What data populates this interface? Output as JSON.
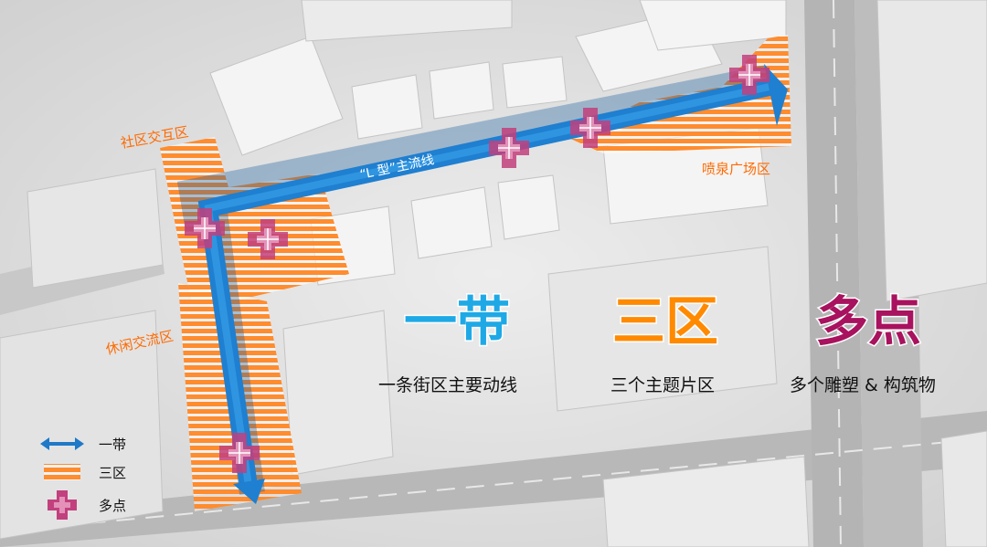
{
  "map": {
    "zones": {
      "community": "社区交互区",
      "leisure": "休闲交流区",
      "fountain": "喷泉广场区"
    },
    "main_flow_label": "“L 型”主流线"
  },
  "concepts": [
    {
      "title": "一带",
      "subtitle": "一条街区主要动线",
      "color": "#1ea9e6"
    },
    {
      "title": "三区",
      "subtitle": "三个主题片区",
      "color": "#ff8a00"
    },
    {
      "title": "多点",
      "subtitle": "多个雕塑 & 构筑物",
      "color": "#a8125e"
    }
  ],
  "legend": [
    {
      "label": "一带",
      "icon": "double-arrow-icon"
    },
    {
      "label": "三区",
      "icon": "striped-zone-icon"
    },
    {
      "label": "多点",
      "icon": "cross-point-icon"
    }
  ],
  "colors": {
    "belt": "#1f78c8",
    "zone": "#ff8c2e",
    "point": "#b01a66",
    "zone_text": "#ff6a00"
  }
}
